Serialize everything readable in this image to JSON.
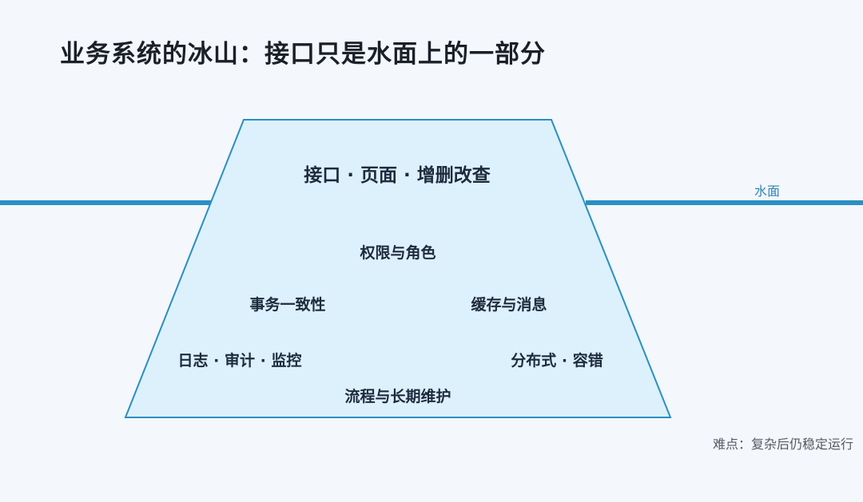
{
  "title": "业务系统的冰山：接口只是水面上的一部分",
  "water_label": "水面",
  "above_water": "接口 · 页面 · 增删改查",
  "below_water": {
    "permissions": "权限与角色",
    "transactions": "事务一致性",
    "cache_messaging": "缓存与消息",
    "logging_audit": "日志 · 审计 · 监控",
    "distributed": "分布式 · 容错",
    "workflow": "流程与长期维护"
  },
  "note": "难点：复杂后仍稳定运行",
  "colors": {
    "background": "#f4f7fb",
    "water_line": "#2a8fc4",
    "iceberg_fill": "#dcf1fb",
    "iceberg_stroke": "#2a8fc4"
  }
}
